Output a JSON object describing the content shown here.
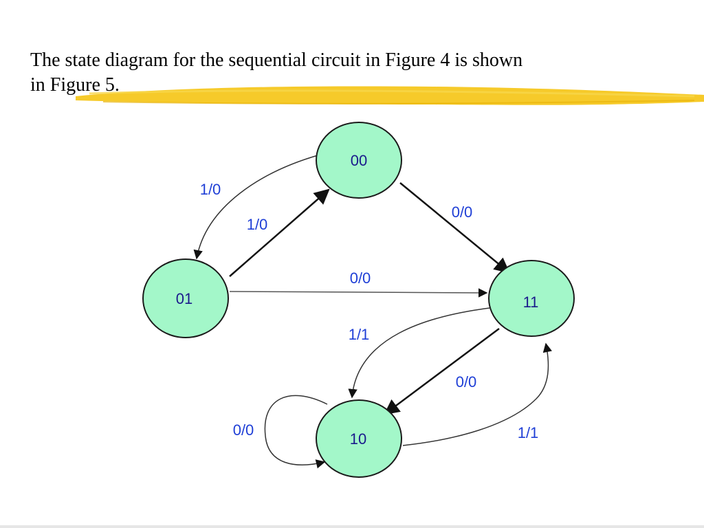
{
  "slide": {
    "line1": "The state diagram for the sequential circuit in Figure 4 is shown",
    "line2": "in Figure 5."
  },
  "diagram": {
    "node_fill": "#a3f7c9",
    "node_stroke": "#1a1a1a",
    "label_color": "#1f3fd6",
    "states": [
      "00",
      "01",
      "11",
      "10"
    ],
    "transitions": [
      {
        "from": "00",
        "to": "01",
        "label": "1/0"
      },
      {
        "from": "01",
        "to": "00",
        "label": "1/0"
      },
      {
        "from": "00",
        "to": "11",
        "label": "0/0"
      },
      {
        "from": "01",
        "to": "11",
        "label": "0/0"
      },
      {
        "from": "11",
        "to": "10",
        "label": "1/1"
      },
      {
        "from": "11",
        "to": "10",
        "label": "0/0"
      },
      {
        "from": "10",
        "to": "10",
        "label": "0/0"
      },
      {
        "from": "10",
        "to": "11",
        "label": "1/1"
      }
    ]
  }
}
